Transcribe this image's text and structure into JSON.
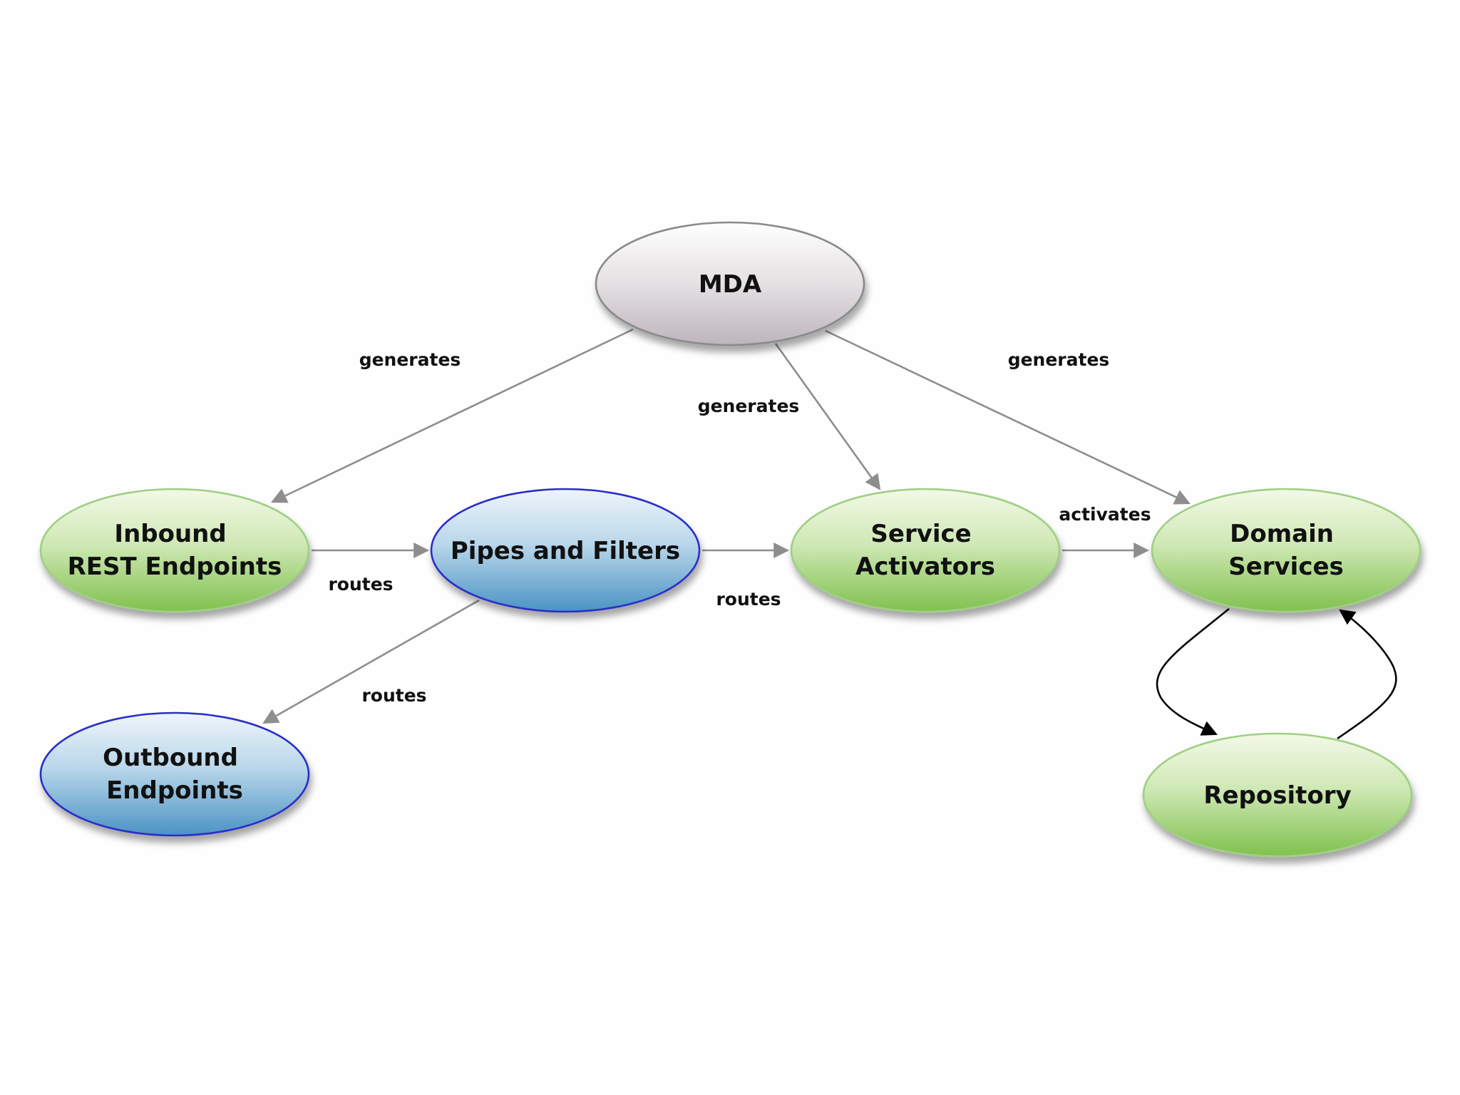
{
  "nodes": {
    "mda": {
      "label": "MDA",
      "style": "gray"
    },
    "inbound": {
      "label_line1": "Inbound",
      "label_line2": "REST Endpoints",
      "style": "green"
    },
    "pipes": {
      "label": "Pipes and Filters",
      "style": "blue"
    },
    "service": {
      "label_line1": "Service",
      "label_line2": "Activators",
      "style": "green"
    },
    "domain": {
      "label_line1": "Domain",
      "label_line2": "Services",
      "style": "green"
    },
    "outbound": {
      "label_line1": "Outbound",
      "label_line2": "Endpoints",
      "style": "blue"
    },
    "repository": {
      "label": "Repository",
      "style": "green"
    }
  },
  "edges": {
    "mda_to_inbound": {
      "from": "MDA",
      "to": "Inbound REST Endpoints",
      "label": "generates"
    },
    "mda_to_service": {
      "from": "MDA",
      "to": "Service Activators",
      "label": "generates"
    },
    "mda_to_domain": {
      "from": "MDA",
      "to": "Domain Services",
      "label": "generates"
    },
    "inbound_to_pipes": {
      "from": "Inbound REST Endpoints",
      "to": "Pipes and Filters",
      "label": "routes"
    },
    "pipes_to_service": {
      "from": "Pipes and Filters",
      "to": "Service Activators",
      "label": "routes"
    },
    "pipes_to_outbound": {
      "from": "Pipes and Filters",
      "to": "Outbound Endpoints",
      "label": "routes"
    },
    "service_to_domain": {
      "from": "Service Activators",
      "to": "Domain Services",
      "label": "activates"
    },
    "domain_to_repository": {
      "from": "Domain Services",
      "to": "Repository",
      "label": ""
    },
    "repository_to_domain": {
      "from": "Repository",
      "to": "Domain Services",
      "label": ""
    }
  },
  "colors": {
    "green_top": "#f3f9e8",
    "green_bottom": "#7fc14e",
    "green_stroke": "#9fcf83",
    "blue_top": "#eef5fb",
    "blue_bottom": "#4a93c4",
    "blue_stroke": "#2b2fc9",
    "gray_top": "#ffffff",
    "gray_bottom": "#bdb5bc",
    "gray_stroke": "#8a8a8a",
    "edge_gray": "#8e8e8e",
    "edge_black": "#000000"
  }
}
